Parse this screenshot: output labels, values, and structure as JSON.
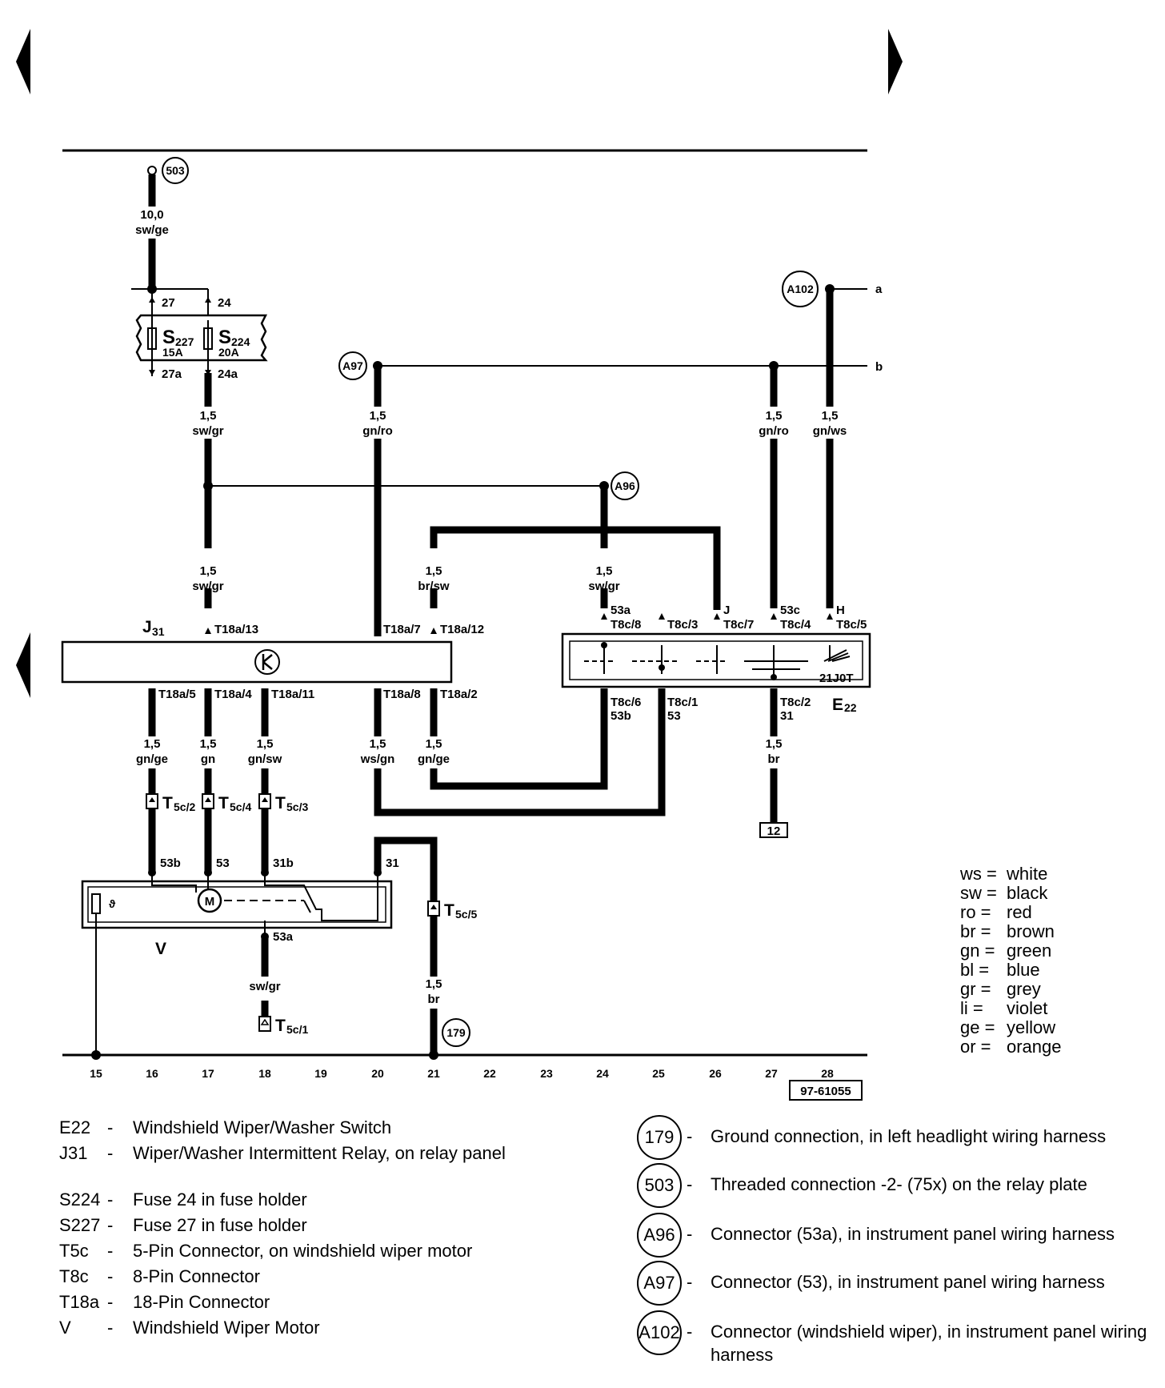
{
  "diagram": {
    "figure_number": "97-61055",
    "grid_numbers": [
      "15",
      "16",
      "17",
      "18",
      "19",
      "20",
      "21",
      "22",
      "23",
      "24",
      "25",
      "26",
      "27",
      "28"
    ],
    "right_edge_labels": {
      "a": "a",
      "b": "b"
    },
    "components": {
      "J31": {
        "letter": "J",
        "sub": "31"
      },
      "E22": {
        "letter": "E",
        "sub": "22"
      },
      "V": {
        "letter": "V"
      },
      "S227": {
        "letter": "S",
        "sub": "227",
        "rating": "15A"
      },
      "S224": {
        "letter": "S",
        "sub": "224",
        "rating": "20A"
      },
      "E22_code": "21J0T"
    },
    "terminals": {
      "t27": "27",
      "t24": "24",
      "t27a": "27a",
      "t24a": "24a",
      "t18a13": "T18a/13",
      "t18a7": "T18a/7",
      "t18a12": "T18a/12",
      "t18a5": "T18a/5",
      "t18a4": "T18a/4",
      "t18a11": "T18a/11",
      "t18a8": "T18a/8",
      "t18a2": "T18a/2",
      "t8c8": "T8c/8",
      "t8c3": "T8c/3",
      "t8c7": "T8c/7",
      "t8c4": "T8c/4",
      "t8c5": "T8c/5",
      "t8c6": "T8c/6",
      "t8c1": "T8c/1",
      "t8c2": "T8c/2",
      "p53a": "53a",
      "pJ": "J",
      "p53c": "53c",
      "pH": "H",
      "p53b": "53b",
      "p53": "53",
      "p31": "31",
      "m53b": "53b",
      "m53": "53",
      "m31b": "31b",
      "m31": "31",
      "m53a": "53a"
    },
    "connectors": {
      "t5c2": {
        "letter": "T",
        "sub": "5c/2"
      },
      "t5c4": {
        "letter": "T",
        "sub": "5c/4"
      },
      "t5c3": {
        "letter": "T",
        "sub": "5c/3"
      },
      "t5c5": {
        "letter": "T",
        "sub": "5c/5"
      },
      "t5c1": {
        "letter": "T",
        "sub": "5c/1"
      }
    },
    "wires": {
      "w503": {
        "size": "10,0",
        "color": "sw/ge"
      },
      "w24a": {
        "size": "1,5",
        "color": "sw/gr"
      },
      "w_a97": {
        "size": "1,5",
        "color": "gn/ro"
      },
      "w_b27": {
        "size": "1,5",
        "color": "gn/ro"
      },
      "w_a102": {
        "size": "1,5",
        "color": "gn/ws"
      },
      "w_j13": {
        "size": "1,5",
        "color": "sw/gr"
      },
      "w_brsw": {
        "size": "1,5",
        "color": "br/sw"
      },
      "w_a96": {
        "size": "1,5",
        "color": "sw/gr"
      },
      "w16": {
        "size": "1,5",
        "color": "gn/ge"
      },
      "w17": {
        "size": "1,5",
        "color": "gn"
      },
      "w18": {
        "size": "1,5",
        "color": "gn/sw"
      },
      "w20": {
        "size": "1,5",
        "color": "ws/gn"
      },
      "w21": {
        "size": "1,5",
        "color": "gn/ge"
      },
      "w27b": {
        "size": "1,5",
        "color": "br"
      },
      "w_m53a": {
        "size": "",
        "color": "sw/gr"
      },
      "w_gnd": {
        "size": "1,5",
        "color": "br"
      }
    },
    "circles": {
      "c503": "503",
      "c179": "179",
      "cA96": "A96",
      "cA97": "A97",
      "cA102": "A102",
      "g12": "12"
    }
  },
  "color_legend": [
    {
      "code": "ws",
      "name": "white"
    },
    {
      "code": "sw",
      "name": "black"
    },
    {
      "code": "ro",
      "name": "red"
    },
    {
      "code": "br",
      "name": "brown"
    },
    {
      "code": "gn",
      "name": "green"
    },
    {
      "code": "bl",
      "name": "blue"
    },
    {
      "code": "gr",
      "name": "grey"
    },
    {
      "code": "li",
      "name": "violet"
    },
    {
      "code": "ge",
      "name": "yellow"
    },
    {
      "code": "or",
      "name": "orange"
    }
  ],
  "component_list": [
    {
      "code": "E22",
      "text": "Windshield Wiper/Washer Switch"
    },
    {
      "code": "J31",
      "text": "Wiper/Washer Intermittent Relay, on relay panel"
    },
    {
      "code": "S224",
      "text": "Fuse 24 in fuse holder"
    },
    {
      "code": "S227",
      "text": "Fuse 27 in fuse holder"
    },
    {
      "code": "T5c",
      "text": "5-Pin Connector, on windshield wiper motor"
    },
    {
      "code": "T8c",
      "text": "8-Pin Connector"
    },
    {
      "code": "T18a",
      "text": "18-Pin Connector"
    },
    {
      "code": "V",
      "text": "Windshield Wiper Motor"
    }
  ],
  "connection_list": [
    {
      "code": "179",
      "text": "Ground connection, in left headlight wiring harness"
    },
    {
      "code": "503",
      "text": "Threaded connection -2- (75x) on the relay plate"
    },
    {
      "code": "A96",
      "text": "Connector (53a), in instrument panel wiring harness"
    },
    {
      "code": "A97",
      "text": "Connector (53), in instrument panel wiring harness"
    },
    {
      "code": "A102",
      "text": "Connector (windshield wiper), in instrument panel wiring harness"
    }
  ]
}
